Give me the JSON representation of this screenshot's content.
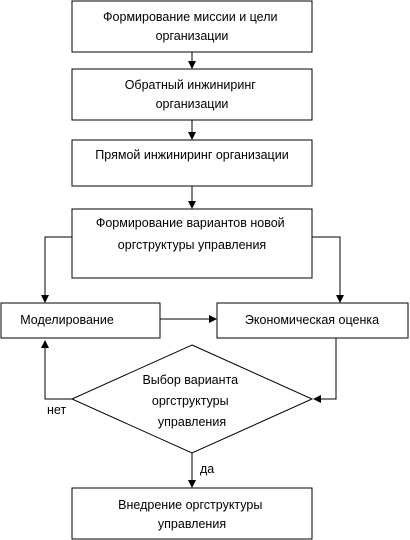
{
  "nodes": {
    "mission": {
      "lines": [
        "Формирование миссии и цели",
        "организации"
      ]
    },
    "reverse_engineering": {
      "lines": [
        "Обратный инжиниринг",
        "организации"
      ]
    },
    "forward_engineering": {
      "lines": [
        "Прямой инжиниринг организации"
      ]
    },
    "variants": {
      "lines": [
        "Формирование вариантов новой",
        "оргструктуры управления"
      ]
    },
    "modeling": {
      "lines": [
        "Моделирование"
      ]
    },
    "economic": {
      "lines": [
        "Экономическая оценка"
      ]
    },
    "choice": {
      "lines": [
        "Выбор варианта",
        "оргструктуры",
        "управления"
      ]
    },
    "implementation": {
      "lines": [
        "Внедрение оргструктуры",
        "управления"
      ]
    }
  },
  "edge_labels": {
    "no": "нет",
    "yes": "да"
  }
}
